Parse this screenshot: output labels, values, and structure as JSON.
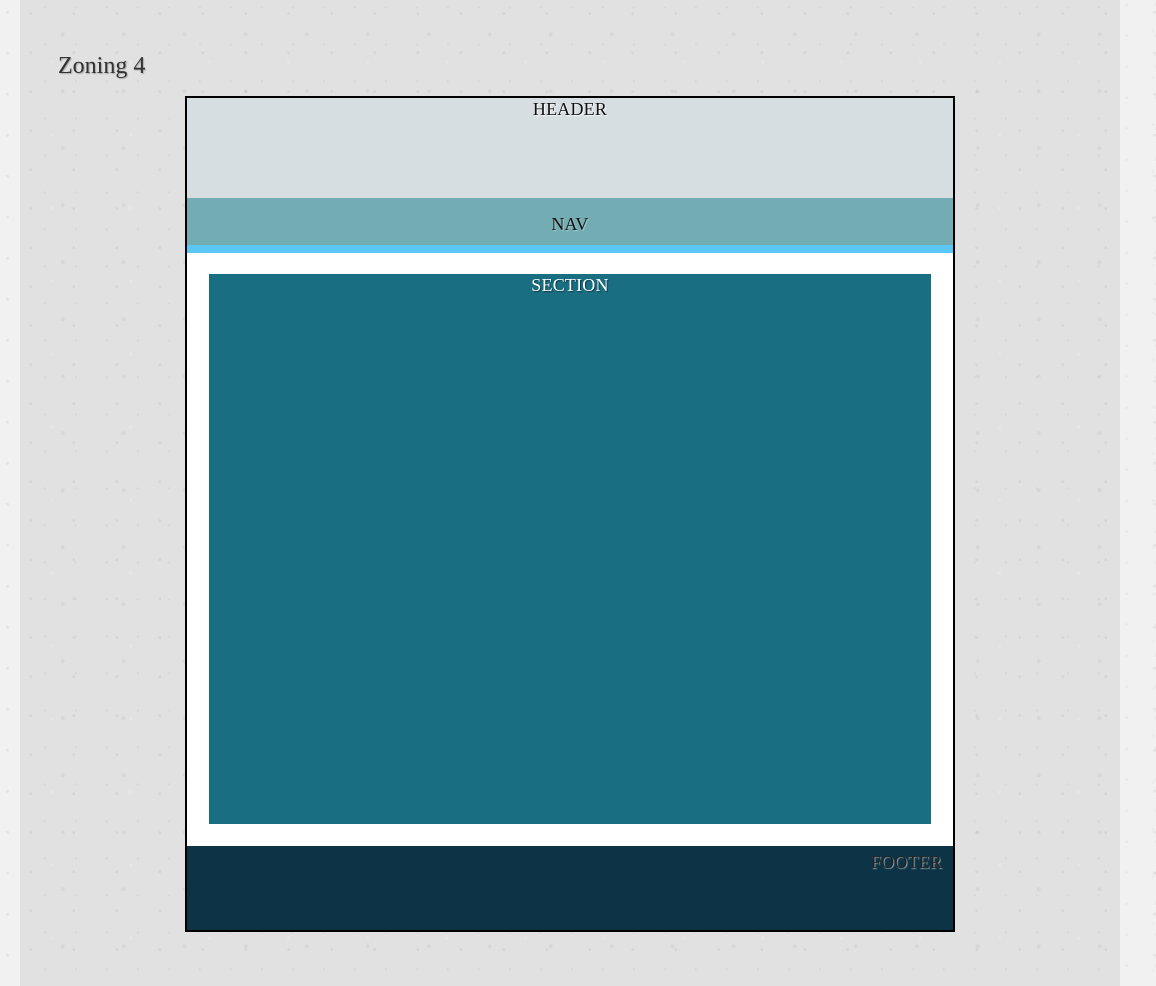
{
  "page": {
    "title": "Zoning 4"
  },
  "zones": {
    "header": {
      "label": "HEADER",
      "color": "#d7dee1"
    },
    "nav": {
      "label": "NAV",
      "color": "#73acb3",
      "accent": "#5bc7f7"
    },
    "section": {
      "label": "SECTION",
      "color": "#196e82"
    },
    "footer": {
      "label": "FOOTER",
      "color": "#0d3446"
    }
  }
}
